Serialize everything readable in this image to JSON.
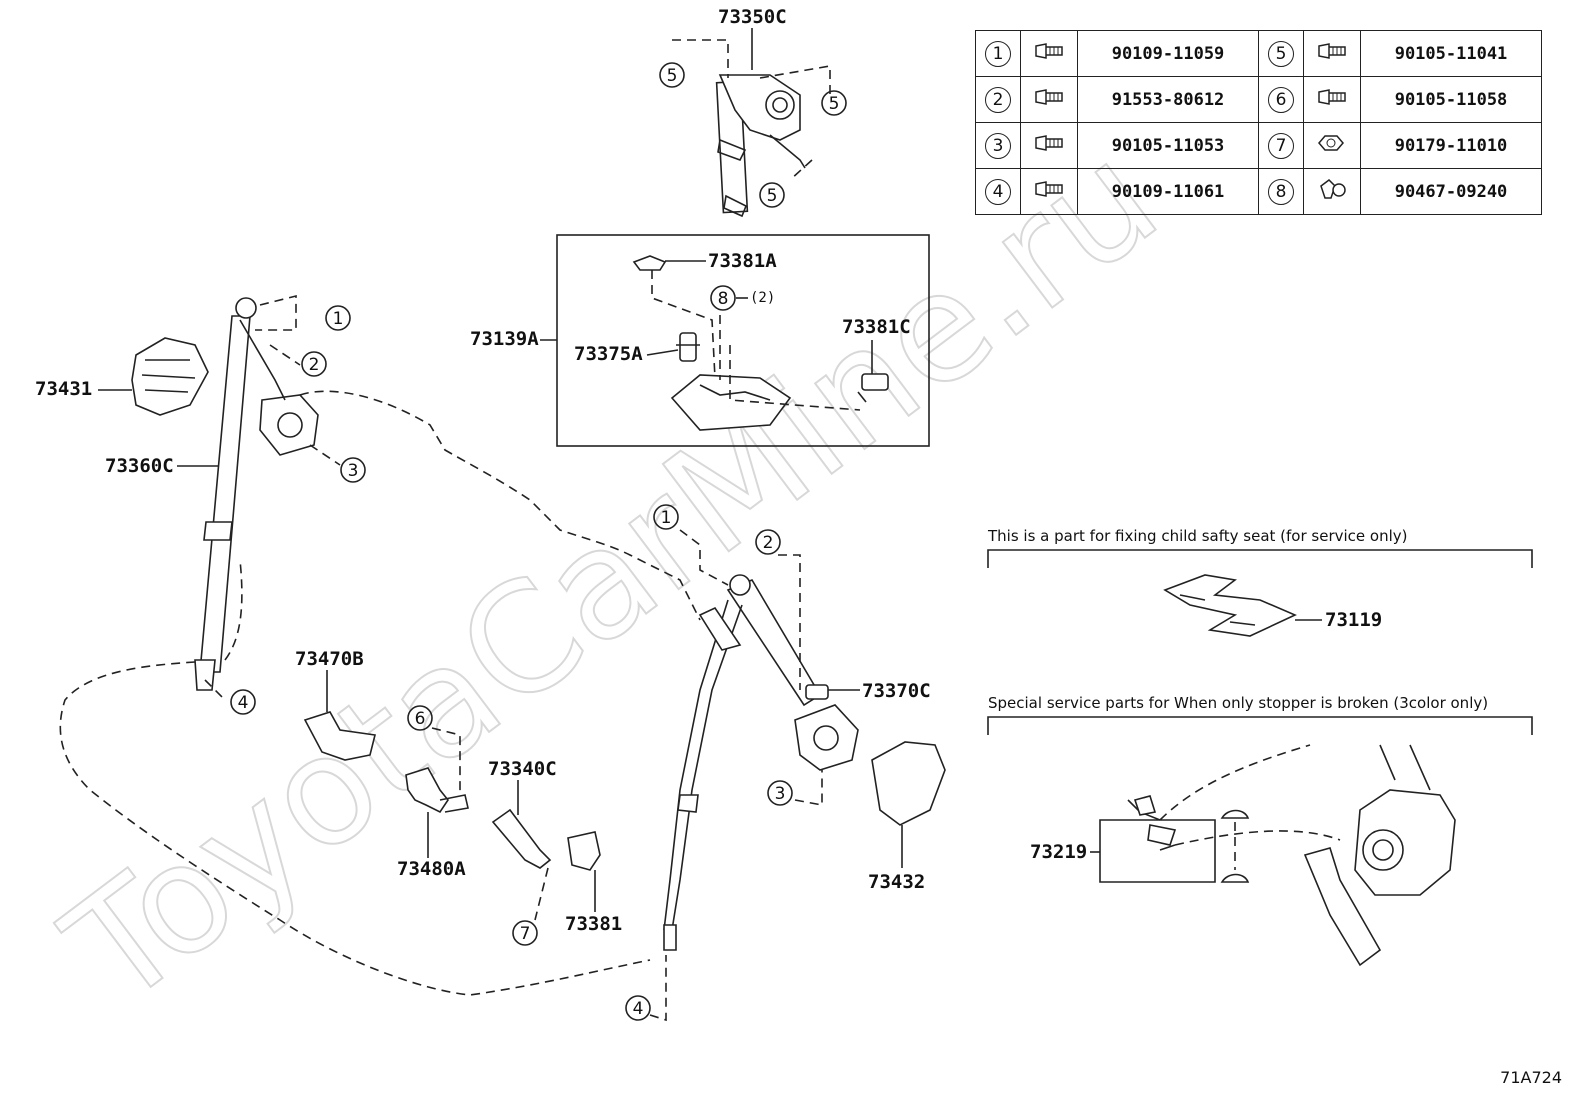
{
  "watermark": "ToyotaCarMine.ru",
  "figure_code": "71A724",
  "labels": {
    "p73350C": "73350C",
    "p73381A": "73381A",
    "p73139A": "73139A",
    "p73375A": "73375A",
    "p73381C": "73381C",
    "p73431": "73431",
    "p73360C": "73360C",
    "p73470B": "73470B",
    "p73480A": "73480A",
    "p73340C": "73340C",
    "p73381": "73381",
    "p73370C": "73370C",
    "p73432": "73432",
    "p73119": "73119",
    "p73219": "73219",
    "qty8": "(2)"
  },
  "notes": {
    "child_seat": "This is a part for fixing child safty seat (for service only)",
    "stopper": "Special service parts for When only stopper is broken (3color only)"
  },
  "fastener_table": [
    {
      "ref": "1",
      "part": "90109-11059",
      "icon": "flange-bolt-icon"
    },
    {
      "ref": "2",
      "part": "91553-80612",
      "icon": "flange-bolt-icon"
    },
    {
      "ref": "3",
      "part": "90105-11053",
      "icon": "flange-bolt-icon"
    },
    {
      "ref": "4",
      "part": "90109-11061",
      "icon": "flange-bolt-icon"
    },
    {
      "ref": "5",
      "part": "90105-11041",
      "icon": "flange-bolt-icon"
    },
    {
      "ref": "6",
      "part": "90105-11058",
      "icon": "flange-bolt-icon"
    },
    {
      "ref": "7",
      "part": "90179-11010",
      "icon": "nut-icon"
    },
    {
      "ref": "8",
      "part": "90467-09240",
      "icon": "clip-icon"
    }
  ],
  "callouts": [
    "5",
    "5",
    "5",
    "1",
    "2",
    "3",
    "4",
    "8",
    "1",
    "2",
    "3",
    "4",
    "6",
    "7"
  ]
}
